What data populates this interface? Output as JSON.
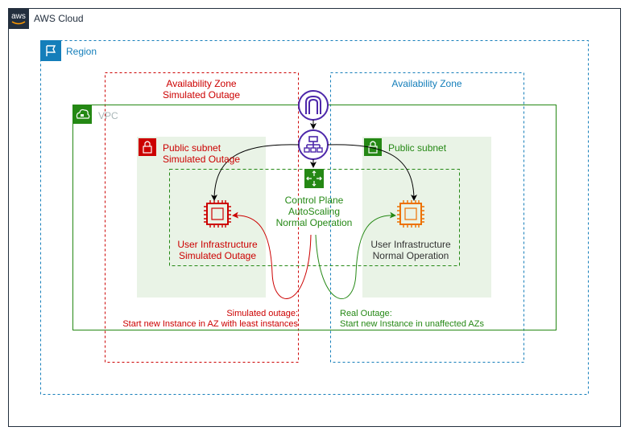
{
  "aws_cloud": {
    "label": "AWS Cloud",
    "logo_text": "aws"
  },
  "region": {
    "label": "Region"
  },
  "vpc": {
    "label": "VPC"
  },
  "az_left": {
    "label_line1": "Availability Zone",
    "label_line2": "Simulated Outage"
  },
  "az_right": {
    "label": "Availability Zone"
  },
  "subnet_left": {
    "label_line1": "Public subnet",
    "label_line2": "Simulated Outage"
  },
  "subnet_right": {
    "label": "Public subnet"
  },
  "control_plane": {
    "line1": "Control Plane",
    "line2": "AutoScaling",
    "line3": "Normal Operation"
  },
  "infra_left": {
    "line1": "User Infrastructure",
    "line2": "Simulated Outage"
  },
  "infra_right": {
    "line1": "User Infrastructure",
    "line2": "Normal Operation"
  },
  "annotation_left": {
    "line1": "Simulated outage:",
    "line2": "Start new Instance in AZ with least instances"
  },
  "annotation_right": {
    "line1": "Real Outage:",
    "line2": "Start new Instance in unaffected AZs"
  },
  "icons": [
    "aws-logo-icon",
    "region-flag-icon",
    "vpc-cloud-icon",
    "lock-icon",
    "internet-gateway-icon",
    "load-balancer-icon",
    "autoscaling-icon",
    "ec2-instance-icon"
  ],
  "colors": {
    "red": "#cc0000",
    "green": "#248814",
    "blue": "#147eba",
    "purple": "#4d27aa",
    "orange": "#ed7100",
    "subnet_fill": "#e9f3e6",
    "aws_dark": "#232f3e",
    "vpc_label": "#aab7b8"
  }
}
